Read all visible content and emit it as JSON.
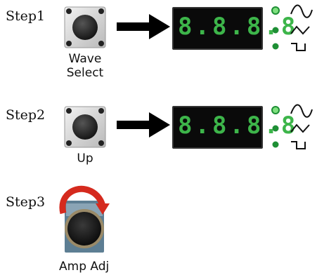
{
  "steps": [
    {
      "label": "Step1",
      "button_caption": [
        "Wave",
        "Select"
      ],
      "display": "8.8.8.8"
    },
    {
      "label": "Step2",
      "button_caption": [
        "Up"
      ],
      "display": "8.8.8.8"
    },
    {
      "label": "Step3",
      "knob_caption": "Amp Adj"
    }
  ],
  "colors": {
    "segment": "#3db54a",
    "display_bg": "#0a0a0a",
    "led_active": "#7fe07f",
    "led_inactive": "#1e8f35",
    "knob_arrow": "#d52a1e"
  },
  "wave_icons": [
    "sine-wave-icon",
    "triangle-wave-icon",
    "square-wave-icon"
  ]
}
